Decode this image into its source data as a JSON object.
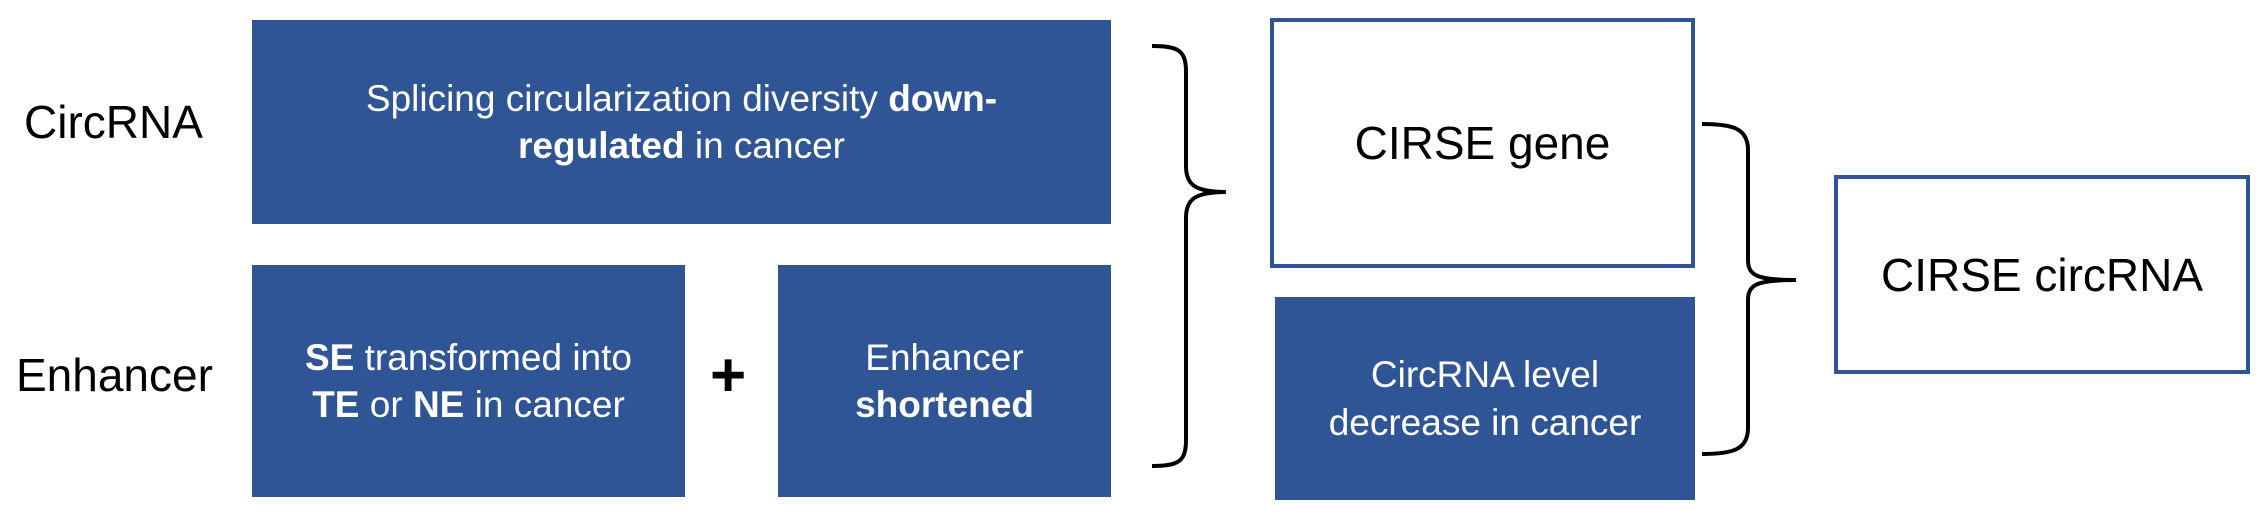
{
  "labels": {
    "circrna": "CircRNA",
    "enhancer": "Enhancer"
  },
  "boxes": {
    "splicing": {
      "line1": "Splicing circularization diversity ",
      "bold1": "down-",
      "bold2": "regulated",
      "line2": " in cancer"
    },
    "se": {
      "b1": "SE",
      "t1": " transformed into",
      "b2": "TE",
      "t2": " or ",
      "b3": "NE",
      "t3": " in cancer"
    },
    "plus": "+",
    "enhancer_short": {
      "line1": "Enhancer",
      "bold": "shortened"
    },
    "cirse_gene": "CIRSE gene",
    "circrna_level": {
      "line1": "CircRNA level",
      "line2": "decrease in cancer"
    },
    "cirse_circrna": "CIRSE circRNA"
  },
  "colors": {
    "fill": "#2f5597",
    "border": "#2f5597",
    "text_on_fill": "#ffffff"
  }
}
